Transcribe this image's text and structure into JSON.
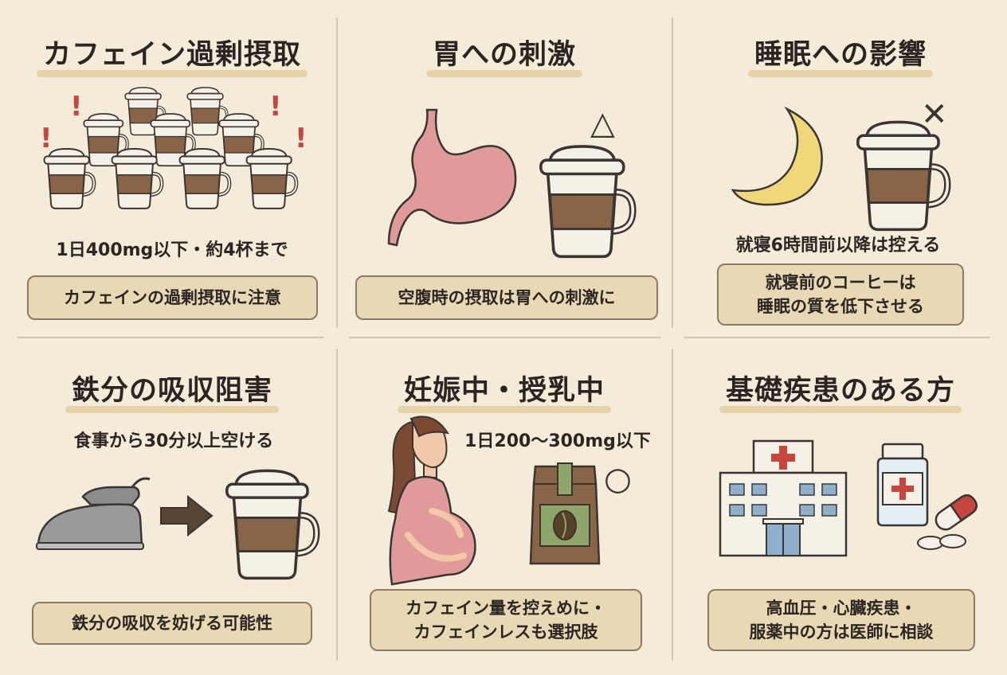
{
  "panels": [
    {
      "title": "カフェイン過剰摂取",
      "caption": "1日400mg以下・約4杯まで",
      "box_lines": [
        "カフェインの過剰摂取に注意"
      ],
      "icons": [
        "coffee-cup-icon",
        "exclamation-icon"
      ]
    },
    {
      "title": "胃への刺激",
      "box_lines": [
        "空腹時の摂取は胃への刺激に"
      ],
      "mark": "△",
      "icons": [
        "stomach-icon",
        "coffee-cup-icon"
      ]
    },
    {
      "title": "睡眠への影響",
      "caption": "就寝6時間前以降は控える",
      "box_lines": [
        "就寝前のコーヒーは",
        "睡眠の質を低下させる"
      ],
      "mark": "✕",
      "icons": [
        "moon-icon",
        "coffee-cup-icon"
      ]
    },
    {
      "title": "鉄分の吸収阻害",
      "caption": "食事から30分以上空ける",
      "box_lines": [
        "鉄分の吸収を妨げる可能性"
      ],
      "icons": [
        "iron-icon",
        "arrow-right-icon",
        "coffee-cup-icon"
      ]
    },
    {
      "title": "妊娠中・授乳中",
      "caption": "1日200〜300mg以下",
      "box_lines": [
        "カフェイン量を控えめに・",
        "カフェインレスも選択肢"
      ],
      "mark": "○",
      "icons": [
        "pregnant-woman-icon",
        "coffee-bag-icon"
      ]
    },
    {
      "title": "基礎疾患のある方",
      "box_lines": [
        "高血圧・心臓疾患・",
        "服薬中の方は医師に相談"
      ],
      "icons": [
        "hospital-icon",
        "medicine-bottle-icon",
        "pill-icon"
      ]
    }
  ],
  "colors": {
    "background": "#f4ecd9",
    "box": "#e9d8b4",
    "cup_sleeve": "#8a6446",
    "warning_red": "#c8453e",
    "stomach": "#e19a9a",
    "moon": "#f0d77a"
  }
}
